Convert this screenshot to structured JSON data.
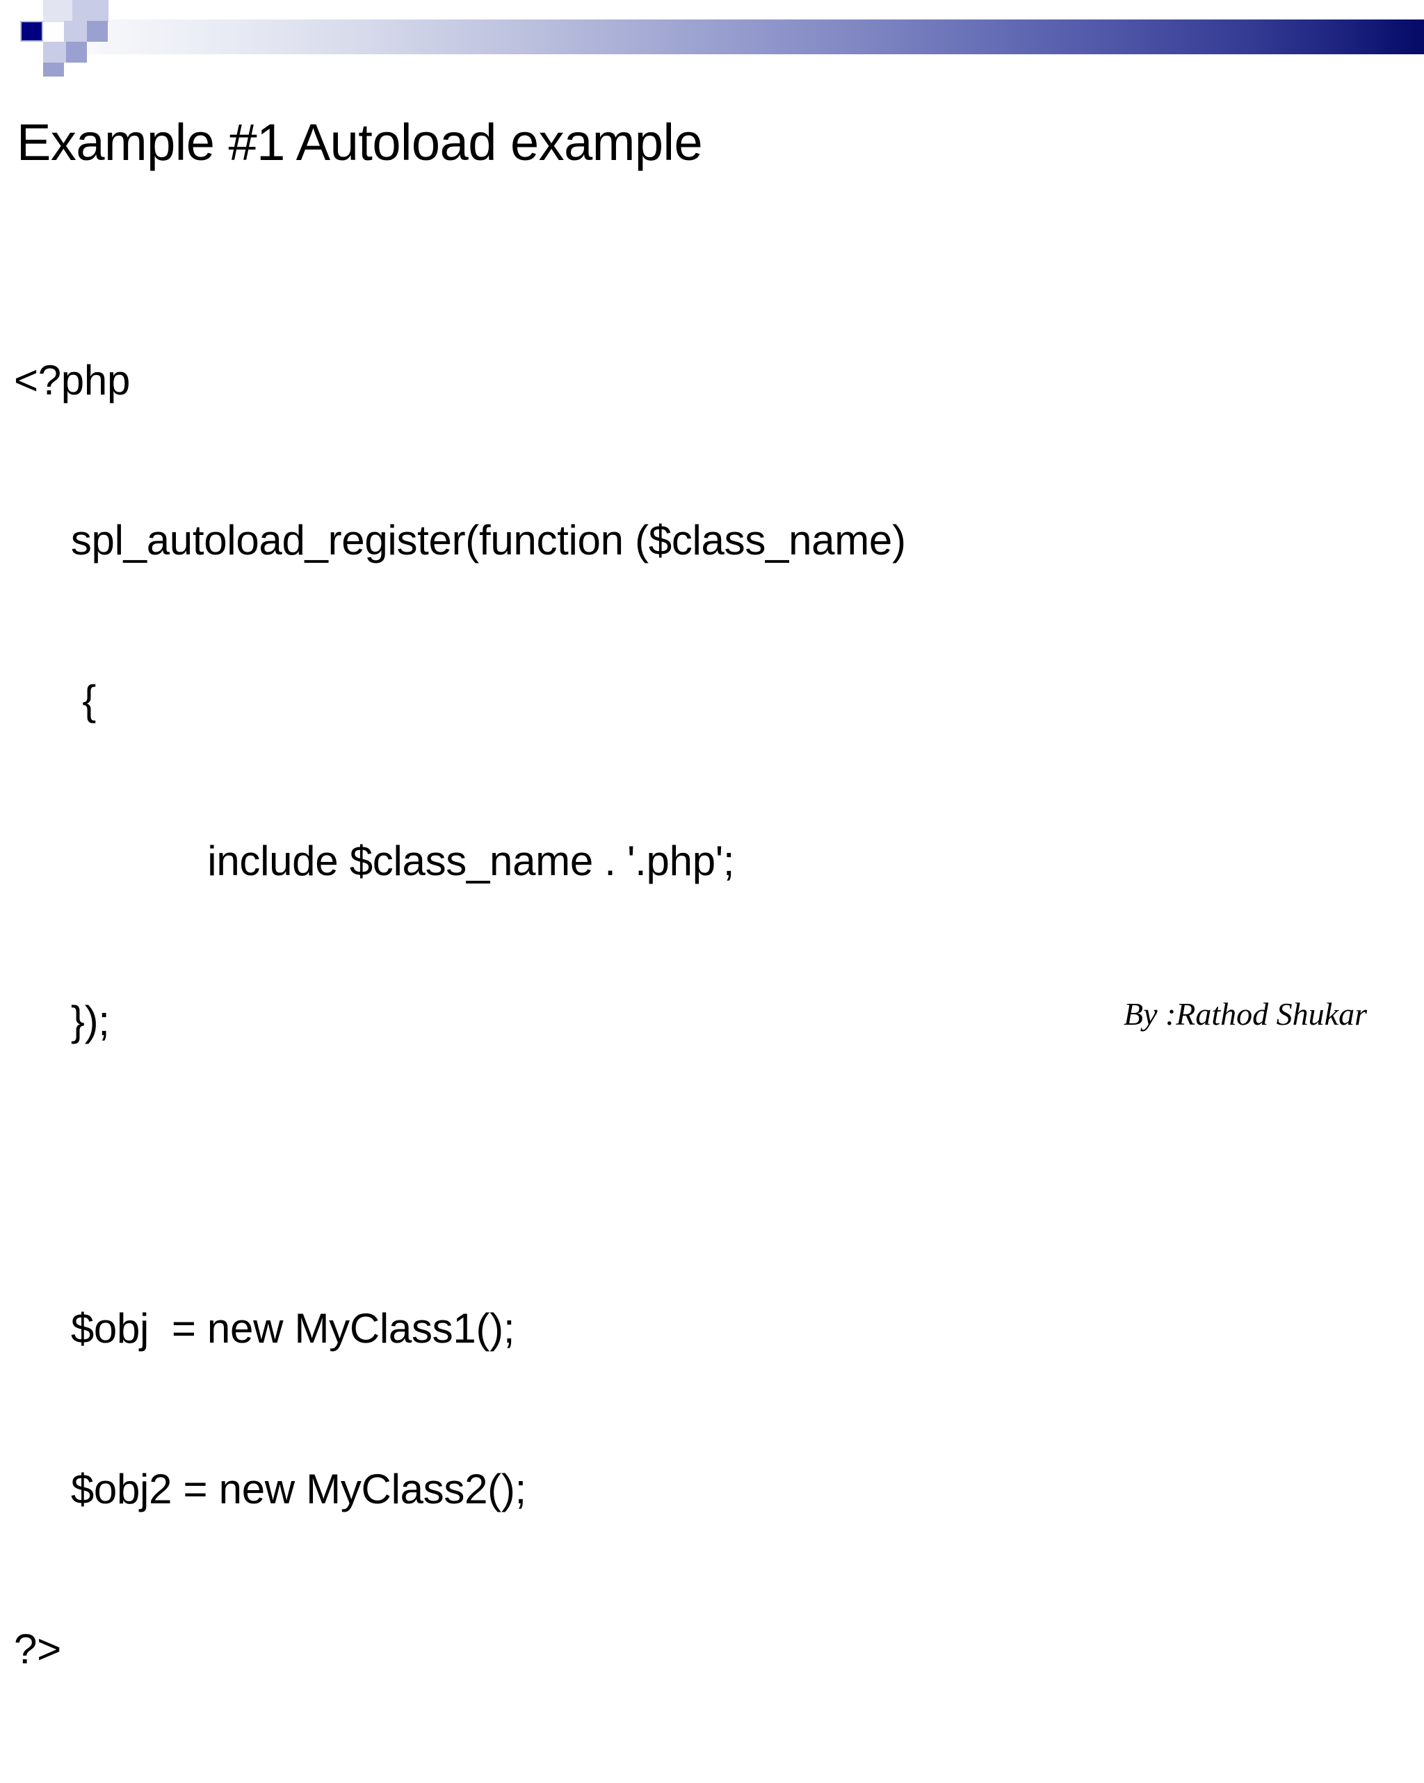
{
  "slide": {
    "title": "Example #1 Autoload example",
    "background_color": "#ffffff",
    "text_color": "#000000"
  },
  "header": {
    "accent_dark": "#000080",
    "accent_mid": "#9aa0cf",
    "accent_light": "#c9cce6",
    "accent_pale": "#e2e4f1",
    "gradient_from": "#ffffff",
    "gradient_to": "#050a66"
  },
  "code": {
    "language": "php",
    "lines": [
      "<?php",
      "     spl_autoload_register(function ($class_name)",
      "      {",
      "                 include $class_name . '.php';",
      "     });",
      "",
      "     $obj  = new MyClass1();",
      "     $obj2 = new MyClass2();",
      "?>"
    ],
    "line_1": "<?php",
    "line_2": "     spl_autoload_register(function ($class_name)",
    "line_3": "      {",
    "line_4": "                 include $class_name . '.php';",
    "line_5": "     });",
    "line_6": "",
    "line_7": "     $obj  = new MyClass1();",
    "line_8": "     $obj2 = new MyClass2();",
    "line_9": "?>"
  },
  "footer": {
    "signature": "By :Rathod Shukar"
  }
}
